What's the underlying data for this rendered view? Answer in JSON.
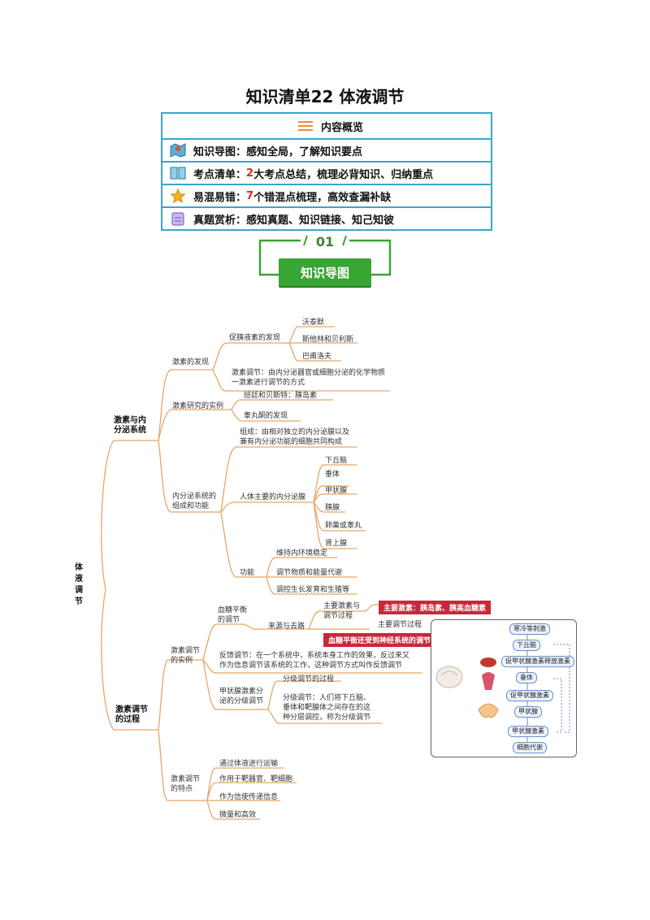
{
  "title": "知识清单22  体液调节",
  "overview": {
    "header": "内容概览",
    "rows": [
      {
        "icon": "map-icon",
        "label": "知识导图：",
        "text": "感知全局，了解知识要点",
        "num": ""
      },
      {
        "icon": "book-icon",
        "label": "考点清单：",
        "num": "2",
        "text": "大考点总结，梳理必背知识、归纳重点"
      },
      {
        "icon": "star-icon",
        "label": "易混易错：",
        "num": "7",
        "text": "个错混点梳理，高效查漏补缺"
      },
      {
        "icon": "clipboard-icon",
        "label": "真题赏析：",
        "text": "感知真题、知识链接、知己知彼",
        "num": ""
      }
    ]
  },
  "section_badge": {
    "number": "01",
    "label": "知识导图"
  },
  "mindmap": {
    "root": "体\n液\n调\n节",
    "b1": "激素与内\n分泌系统",
    "b1_1": "激素的发现",
    "b1_1_1": "促胰液素的发现",
    "b1_1_1_a": "沃泰默",
    "b1_1_1_b": "斯他林和贝利斯",
    "b1_1_1_c": "巴甫洛夫",
    "b1_1_2": "激素调节：由内分泌器官或细胞分泌的化学物质\n一激素进行调节的方式",
    "b1_2": "激素研究的实例",
    "b1_2_a": "班廷和贝斯特：胰岛素",
    "b1_2_b": "睾丸酮的发现",
    "b1_3": "内分泌系统的\n组成和功能",
    "b1_3_1": "组成：由相对独立的内分泌腺以及\n兼有内分泌功能的细胞共同构成",
    "b1_3_2": "人体主要的内分泌腺",
    "glands": [
      "下丘脑",
      "垂体",
      "甲状腺",
      "胰腺",
      "卵巢或睾丸",
      "肾上腺"
    ],
    "b1_3_3": "功能",
    "funcs": [
      "维持内环境稳定",
      "调节物质和能量代谢",
      "调控生长发育和生殖等"
    ],
    "b2": "激素调节\n的过程",
    "b2_1": "激素调节\n的实例",
    "b2_1_1": "血糖平衡\n的调节",
    "b2_1_1_1": "来源与去路",
    "b2_1_1_2": "主要激素与\n调节过程",
    "b2_1_1_3": "主要调节过程",
    "hl1": "主要激素：胰岛素、胰高血糖素",
    "hl2": "血糖平衡还受到神经系统的调节",
    "b2_1_2": "反馈调节：在一个系统中，系统本身工作的效果，反过来又\n作为信息调节该系统的工作，这种调节方式叫作反馈调节",
    "b2_1_3": "甲状腺激素分\n泌的分级调节",
    "b2_1_3_a": "分级调节的过程",
    "b2_1_3_b": "分级调节：人们将下丘脑、\n垂体和靶腺体之间存在的这\n种分层调控，称为分级调节",
    "b2_2": "激素调节\n的特点",
    "traits": [
      "通过体液进行运输",
      "作用于靶器官、靶细胞",
      "作为信使传递信息",
      "微量和高效"
    ]
  },
  "diagram": {
    "boxes": [
      "寒冷等刺激",
      "下丘脑",
      "促甲状腺激素释放激素",
      "垂体",
      "促甲状腺激素",
      "甲状腺",
      "甲状腺激素",
      "细胞代谢"
    ]
  }
}
